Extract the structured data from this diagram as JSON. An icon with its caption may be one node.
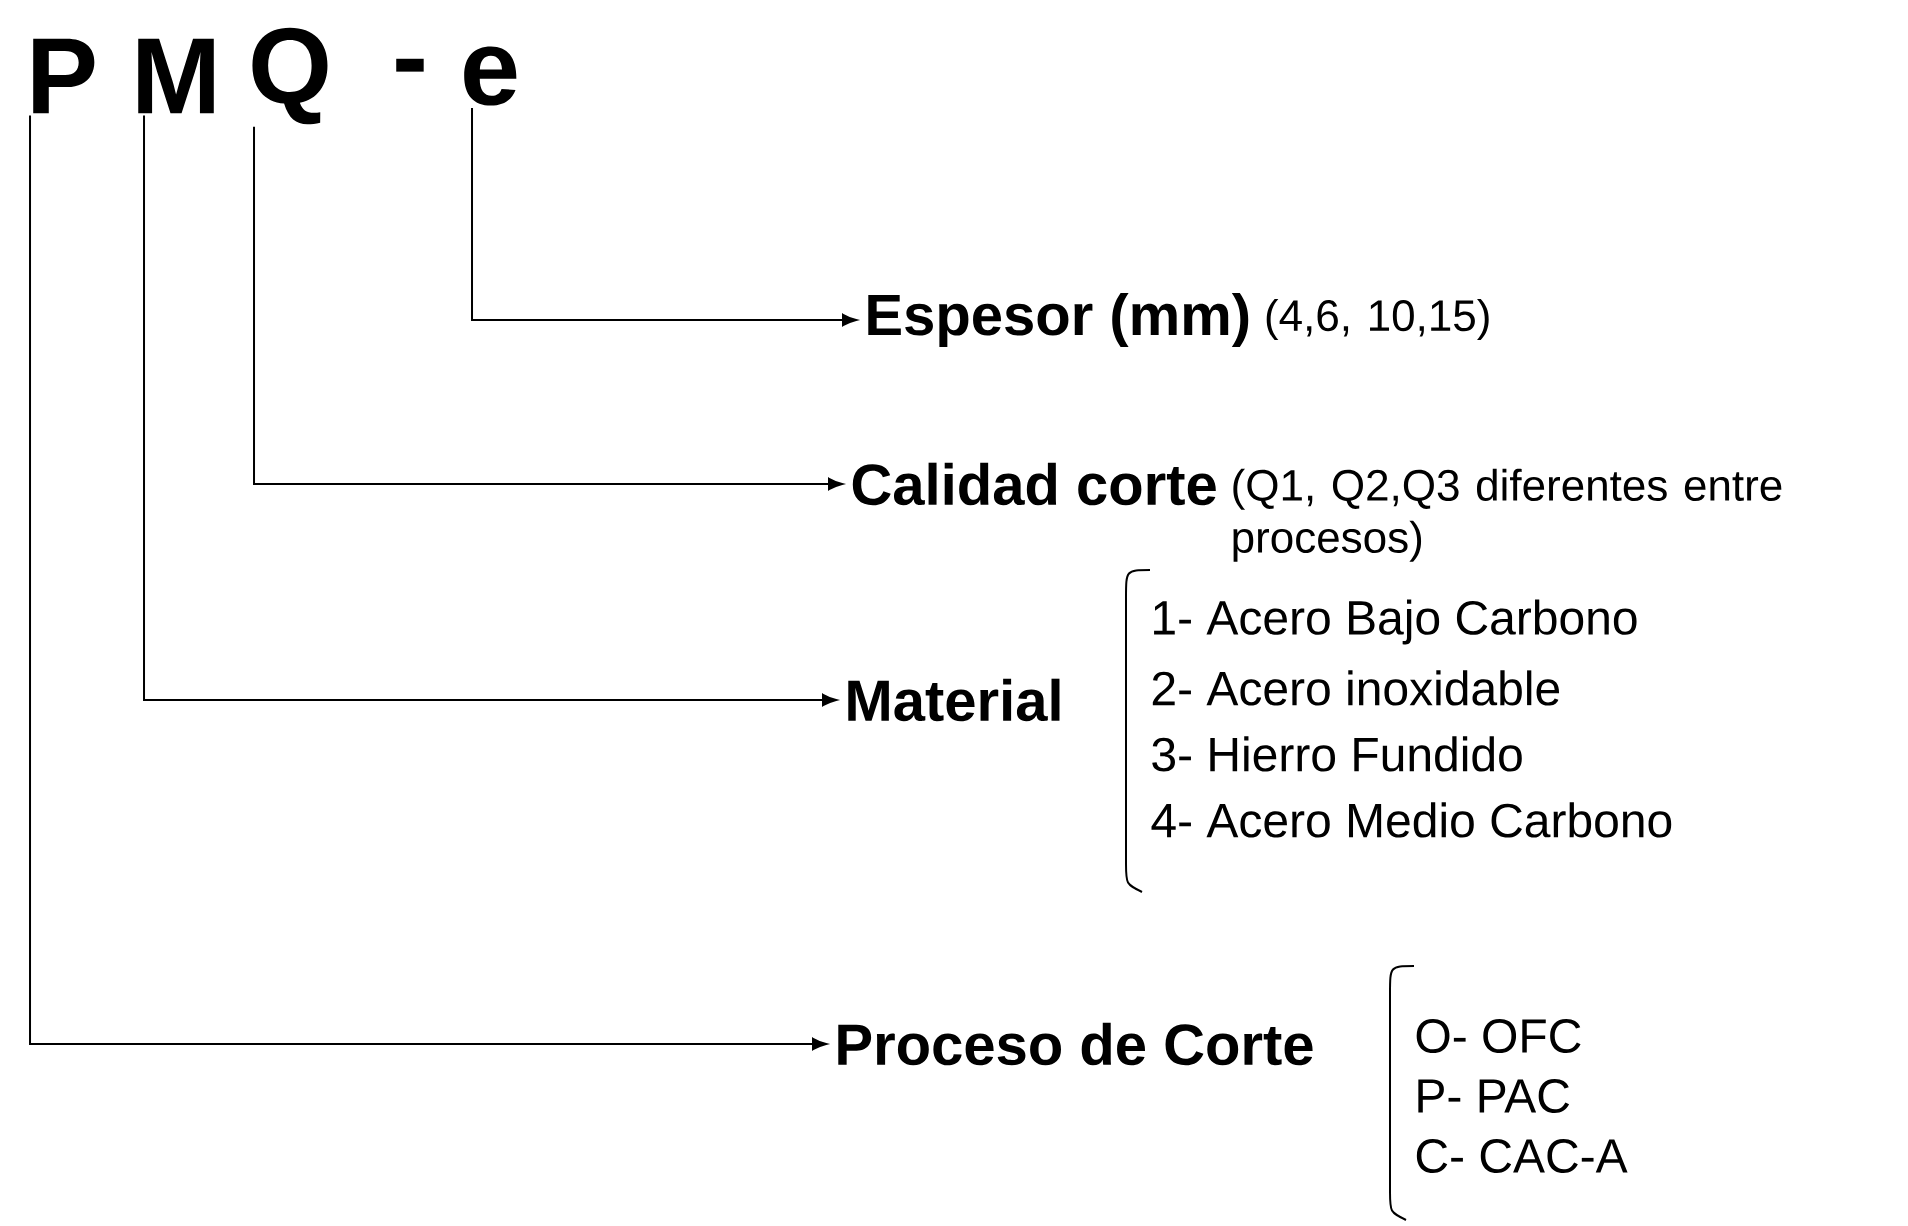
{
  "diagram": {
    "nodes": [
      {
        "text": [
          "P"
        ]
      },
      {
        "text": [
          "M"
        ]
      },
      {
        "text": [
          "Q"
        ]
      },
      {
        "text": [
          "e"
        ]
      },
      {
        "text": [
          "Espesor (mm)"
        ],
        "beside": [
          "(4,6, 10,15)"
        ]
      },
      {
        "text": [
          "Calidad corte"
        ],
        "beside": [
          "(Q1, Q2,Q3 diferentes entre procesos)"
        ]
      },
      {
        "text": [
          "Material"
        ],
        "beside": [
          "1- Acero Bajo Carbono",
          "2- Acero inoxidable",
          "3- Hierro Fundido",
          "4- Acero Medio Carbono"
        ]
      },
      {
        "text": [
          "Proceso de Corte"
        ],
        "beside": [
          "O- OFC",
          "P- PAC",
          "C- CAC-A"
        ]
      }
    ],
    "edges": [
      {
        "from": 3,
        "to": 4,
        "arrow": "to"
      },
      {
        "from": 2,
        "to": 5,
        "arrow": "to"
      },
      {
        "from": 1,
        "to": 6,
        "arrow": "to"
      },
      {
        "from": 0,
        "to": 7,
        "arrow": "to"
      }
    ],
    "labels": [
      "-"
    ]
  }
}
